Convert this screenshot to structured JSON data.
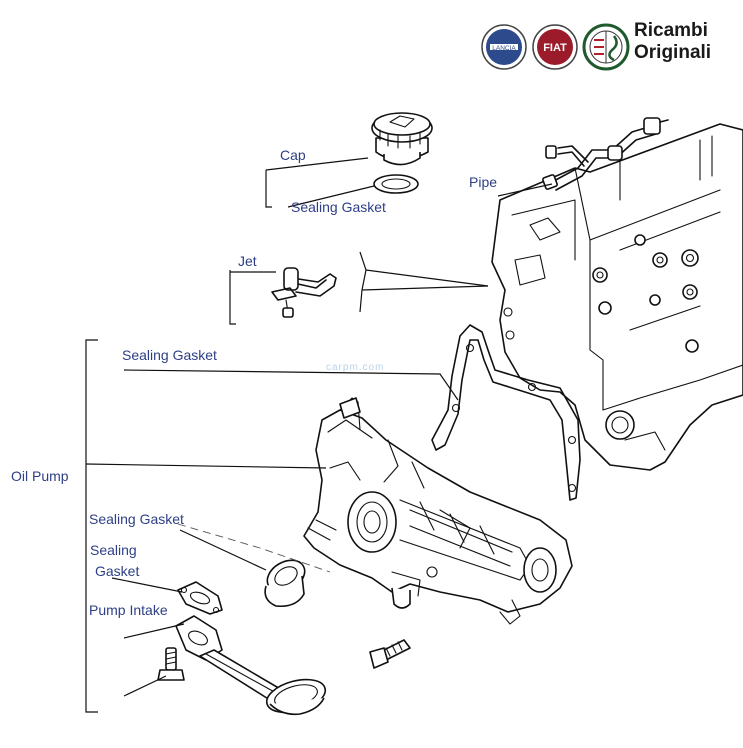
{
  "brand": {
    "line1": "Ricambi",
    "line2": "Originali",
    "badges": [
      {
        "text": "LANCIA",
        "color": "#2c4a8c"
      },
      {
        "text": "FIAT",
        "color": "#9b1b2a"
      },
      {
        "text": "",
        "color": "#1f5a2e"
      }
    ]
  },
  "labels": {
    "cap": "Cap",
    "sealing_gasket_top": "Sealing Gasket",
    "pipe": "Pipe",
    "jet": "Jet",
    "sealing_gasket_mid": "Sealing Gasket",
    "oil_pump": "Oil Pump",
    "sealing_gasket_low": "Sealing Gasket",
    "sealing_gasket_pump_1": "Sealing",
    "sealing_gasket_pump_2": "Gasket",
    "pump_intake": "Pump Intake"
  },
  "watermark": "carpm.com",
  "colors": {
    "label": "#2e3f86",
    "line": "#111111",
    "faint_line": "#777777"
  }
}
